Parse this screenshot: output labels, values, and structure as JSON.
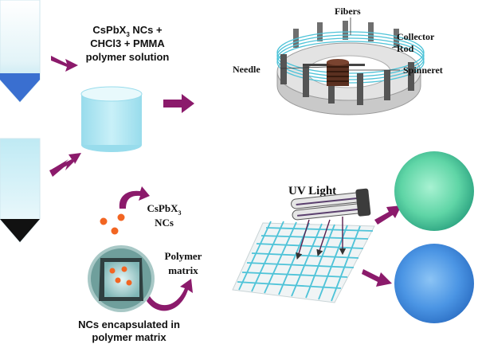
{
  "labels": {
    "solution_line1": "CsPbX",
    "solution_line1_sub": "3",
    "solution_line1_rest": " NCs +",
    "solution_line2": "CHCl3 + PMMA",
    "solution_line3": "polymer solution",
    "fibers": "Fibers",
    "collector": "Collector",
    "rod": "Rod",
    "needle": "Needle",
    "spinneret": "Spinneret",
    "nc_label_line1": "CsPbX",
    "nc_label_line1_sub": "3",
    "nc_label_line2": "NCs",
    "polymer_matrix_line1": "Polymer",
    "polymer_matrix_line2": "matrix",
    "encapsulated_line1": "NCs encapsulated in",
    "encapsulated_line2": "polymer matrix",
    "uv_light": "UV Light"
  },
  "colors": {
    "arrow": "#8b1a6b",
    "tube_blue_tip": "#3a6fd0",
    "tube_black_tip": "#111111",
    "vial": "#aee6f2",
    "nanocrystal": "#f26522",
    "fiber": "#4ec3d8",
    "glow_green": "#7fe0b8",
    "glow_blue": "#4a8ee0"
  },
  "icons": {
    "arrow": "arrow-right-icon",
    "uv_lamp": "uv-lamp-icon"
  }
}
